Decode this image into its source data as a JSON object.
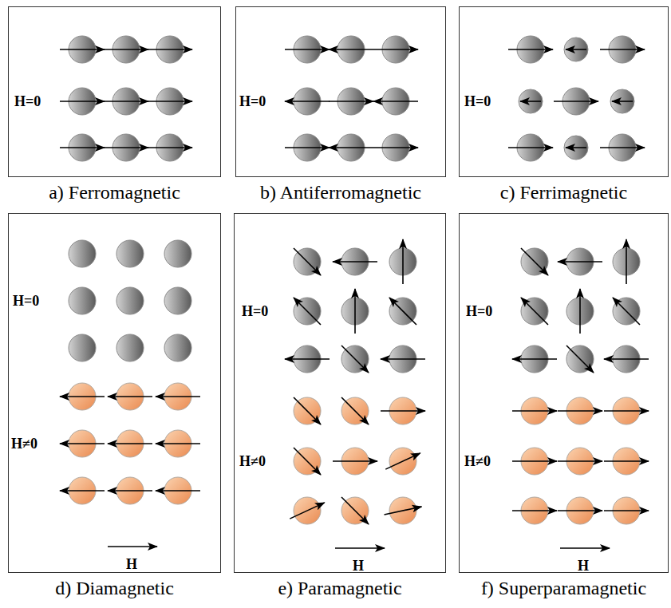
{
  "diagram": {
    "nodes": [
      {
        "text": [
          "H=0",
          "a) Ferromagnetic"
        ]
      },
      {
        "text": [
          "H=0",
          "b) Antiferromagnetic"
        ]
      },
      {
        "text": [
          "H=0",
          "c) Ferrimagnetic"
        ]
      },
      {
        "text": [
          "H=0",
          "H≠0",
          "H",
          "d) Diamagnetic"
        ]
      },
      {
        "text": [
          "H=0",
          "H≠0",
          "H",
          "e) Paramagnetic"
        ]
      },
      {
        "text": [
          "H=0",
          "H≠0",
          "H",
          "f) Superparamagnetic"
        ]
      }
    ]
  }
}
